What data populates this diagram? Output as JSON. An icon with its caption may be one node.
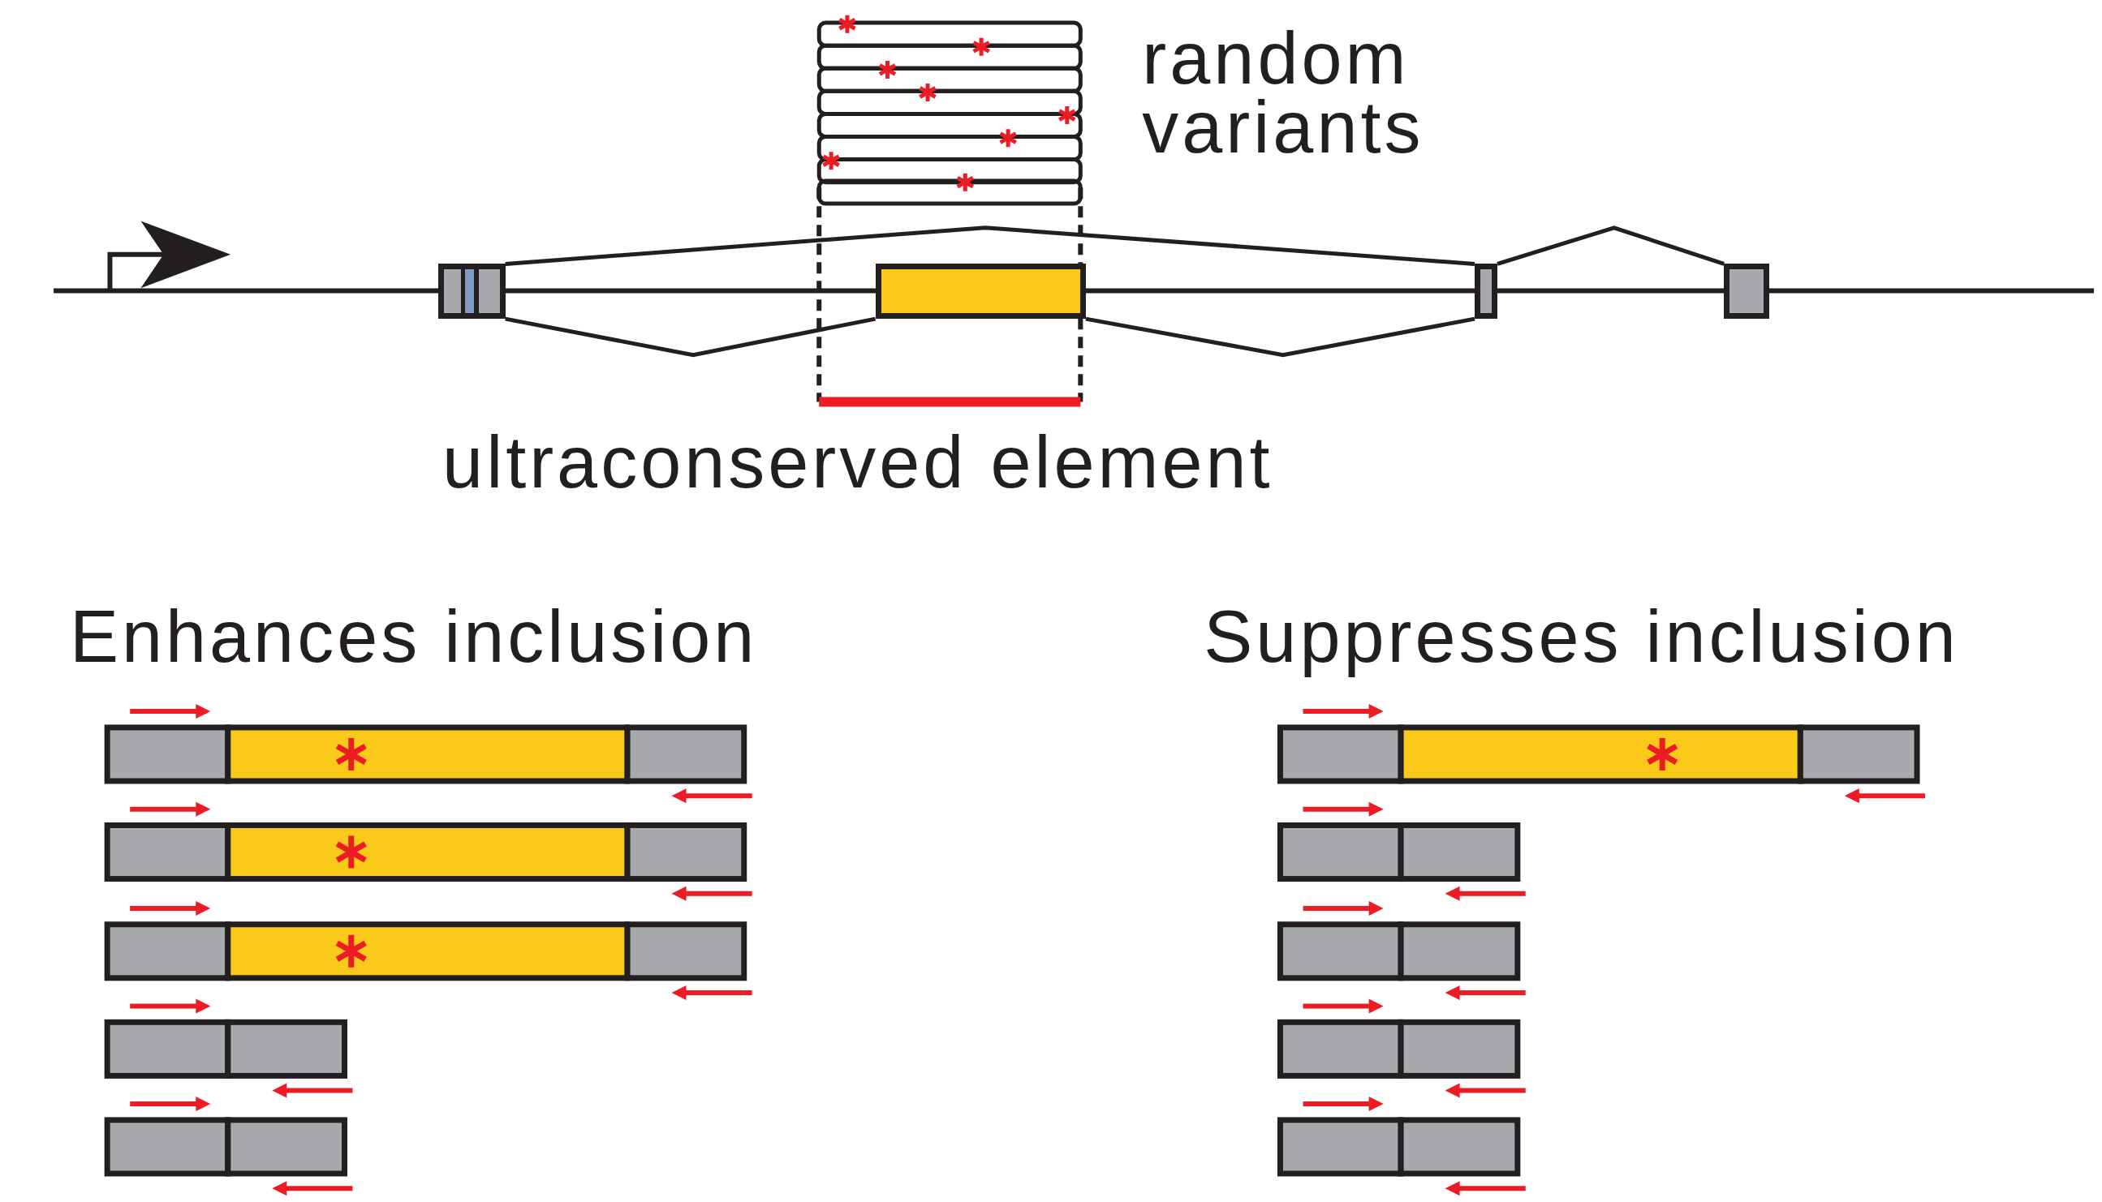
{
  "diagram": {
    "nodes": [
      {
        "text": [],
        "shape": "box"
      },
      {
        "text": [],
        "shape": "box"
      },
      {
        "text": [],
        "shape": "box"
      },
      {
        "text": [],
        "shape": "box"
      }
    ],
    "edges": [
      {
        "from": 0,
        "to": 2,
        "arrow": "none"
      },
      {
        "from": 0,
        "to": 1,
        "arrow": "none"
      },
      {
        "from": 1,
        "to": 2,
        "arrow": "none"
      },
      {
        "from": 2,
        "to": 3,
        "arrow": "none"
      }
    ],
    "labels": [
      "random variants",
      "ultraconserved element",
      "Enhances inclusion",
      "Suppresses inclusion"
    ]
  }
}
